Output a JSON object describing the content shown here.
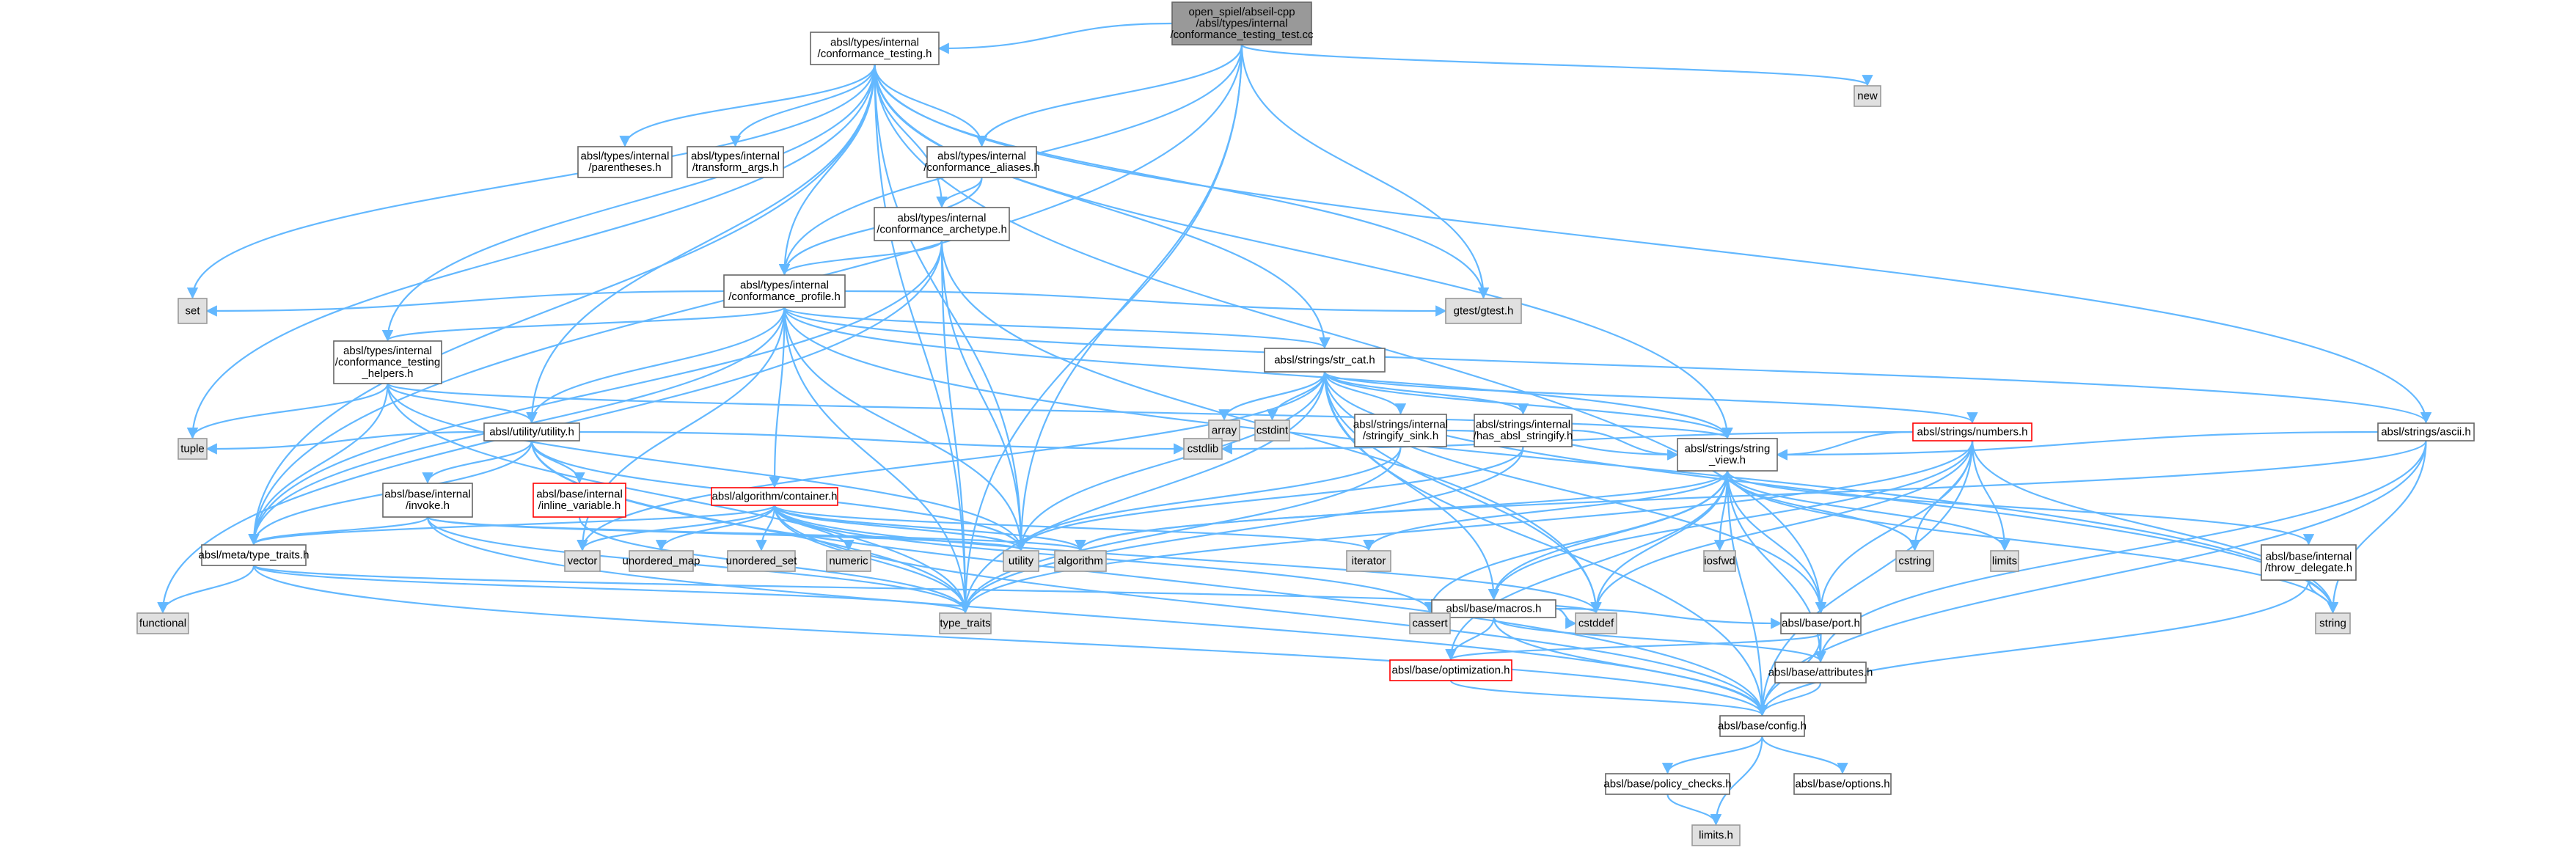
{
  "graph": {
    "kind": "include-dependency-graph",
    "colors": {
      "edge": "#63b8ff",
      "root_fill": "#999999",
      "root_stroke": "#666666",
      "file_fill": "#ffffff",
      "file_stroke": "#666666",
      "external_fill": "#e0e0e0",
      "external_stroke": "#999999",
      "truncated_stroke": "#ff0000",
      "text": "#000000"
    },
    "nodes": [
      {
        "id": "root",
        "style": "root",
        "lines": [
          "open_spiel/abseil-cpp",
          "/absl/types/internal",
          "/conformance_testing_test.cc"
        ]
      },
      {
        "id": "conformance_testing",
        "style": "file",
        "lines": [
          "absl/types/internal",
          "/conformance_testing.h"
        ]
      },
      {
        "id": "new",
        "style": "external",
        "lines": [
          "new"
        ]
      },
      {
        "id": "parentheses",
        "style": "file",
        "lines": [
          "absl/types/internal",
          "/parentheses.h"
        ]
      },
      {
        "id": "transform_args",
        "style": "file",
        "lines": [
          "absl/types/internal",
          "/transform_args.h"
        ]
      },
      {
        "id": "conformance_aliases",
        "style": "file",
        "lines": [
          "absl/types/internal",
          "/conformance_aliases.h"
        ]
      },
      {
        "id": "conformance_archetype",
        "style": "file",
        "lines": [
          "absl/types/internal",
          "/conformance_archetype.h"
        ]
      },
      {
        "id": "conformance_profile",
        "style": "file",
        "lines": [
          "absl/types/internal",
          "/conformance_profile.h"
        ]
      },
      {
        "id": "set",
        "style": "external",
        "lines": [
          "set"
        ]
      },
      {
        "id": "gtest",
        "style": "external",
        "lines": [
          "gtest/gtest.h"
        ]
      },
      {
        "id": "testing_helpers",
        "style": "file",
        "lines": [
          "absl/types/internal",
          "/conformance_testing",
          "_helpers.h"
        ]
      },
      {
        "id": "str_cat",
        "style": "file",
        "lines": [
          "absl/strings/str_cat.h"
        ]
      },
      {
        "id": "array",
        "style": "external",
        "lines": [
          "array"
        ]
      },
      {
        "id": "cstdint",
        "style": "external",
        "lines": [
          "cstdint"
        ]
      },
      {
        "id": "stringify_sink",
        "style": "file",
        "lines": [
          "absl/strings/internal",
          "/stringify_sink.h"
        ]
      },
      {
        "id": "has_absl_stringify",
        "style": "file",
        "lines": [
          "absl/strings/internal",
          "/has_absl_stringify.h"
        ]
      },
      {
        "id": "numbers",
        "style": "truncated",
        "lines": [
          "absl/strings/numbers.h"
        ]
      },
      {
        "id": "ascii",
        "style": "file",
        "lines": [
          "absl/strings/ascii.h"
        ]
      },
      {
        "id": "utility_h",
        "style": "file",
        "lines": [
          "absl/utility/utility.h"
        ]
      },
      {
        "id": "tuple",
        "style": "external",
        "lines": [
          "tuple"
        ]
      },
      {
        "id": "cstdlib",
        "style": "external",
        "lines": [
          "cstdlib"
        ]
      },
      {
        "id": "string_view",
        "style": "file",
        "lines": [
          "absl/strings/string",
          "_view.h"
        ]
      },
      {
        "id": "invoke",
        "style": "file",
        "lines": [
          "absl/base/internal",
          "/invoke.h"
        ]
      },
      {
        "id": "inline_variable",
        "style": "truncated",
        "lines": [
          "absl/base/internal",
          "/inline_variable.h"
        ]
      },
      {
        "id": "container",
        "style": "truncated",
        "lines": [
          "absl/algorithm/container.h"
        ]
      },
      {
        "id": "type_traits_h",
        "style": "file",
        "lines": [
          "absl/meta/type_traits.h"
        ]
      },
      {
        "id": "vector",
        "style": "external",
        "lines": [
          "vector"
        ]
      },
      {
        "id": "unordered_map",
        "style": "external",
        "lines": [
          "unordered_map"
        ]
      },
      {
        "id": "unordered_set",
        "style": "external",
        "lines": [
          "unordered_set"
        ]
      },
      {
        "id": "numeric",
        "style": "external",
        "lines": [
          "numeric"
        ]
      },
      {
        "id": "utility",
        "style": "external",
        "lines": [
          "utility"
        ]
      },
      {
        "id": "algorithm",
        "style": "external",
        "lines": [
          "algorithm"
        ]
      },
      {
        "id": "iterator",
        "style": "external",
        "lines": [
          "iterator"
        ]
      },
      {
        "id": "iosfwd",
        "style": "external",
        "lines": [
          "iosfwd"
        ]
      },
      {
        "id": "cstring",
        "style": "external",
        "lines": [
          "cstring"
        ]
      },
      {
        "id": "limits",
        "style": "external",
        "lines": [
          "limits"
        ]
      },
      {
        "id": "throw_delegate",
        "style": "file",
        "lines": [
          "absl/base/internal",
          "/throw_delegate.h"
        ]
      },
      {
        "id": "functional",
        "style": "external",
        "lines": [
          "functional"
        ]
      },
      {
        "id": "type_traits",
        "style": "external",
        "lines": [
          "type_traits"
        ]
      },
      {
        "id": "macros",
        "style": "file",
        "lines": [
          "absl/base/macros.h"
        ]
      },
      {
        "id": "cassert",
        "style": "external",
        "lines": [
          "cassert"
        ]
      },
      {
        "id": "cstddef",
        "style": "external",
        "lines": [
          "cstddef"
        ]
      },
      {
        "id": "port",
        "style": "file",
        "lines": [
          "absl/base/port.h"
        ]
      },
      {
        "id": "string",
        "style": "external",
        "lines": [
          "string"
        ]
      },
      {
        "id": "optimization",
        "style": "truncated",
        "lines": [
          "absl/base/optimization.h"
        ]
      },
      {
        "id": "attributes",
        "style": "file",
        "lines": [
          "absl/base/attributes.h"
        ]
      },
      {
        "id": "config",
        "style": "file",
        "lines": [
          "absl/base/config.h"
        ]
      },
      {
        "id": "policy_checks",
        "style": "file",
        "lines": [
          "absl/base/policy_checks.h"
        ]
      },
      {
        "id": "options",
        "style": "file",
        "lines": [
          "absl/base/options.h"
        ]
      },
      {
        "id": "limits_h",
        "style": "external",
        "lines": [
          "limits.h"
        ]
      }
    ],
    "edges": [
      [
        "root",
        "conformance_testing"
      ],
      [
        "root",
        "conformance_aliases"
      ],
      [
        "root",
        "conformance_profile"
      ],
      [
        "root",
        "gtest"
      ],
      [
        "root",
        "type_traits_h"
      ],
      [
        "root",
        "utility"
      ],
      [
        "root",
        "new"
      ],
      [
        "root",
        "type_traits"
      ],
      [
        "conformance_testing",
        "parentheses"
      ],
      [
        "conformance_testing",
        "transform_args"
      ],
      [
        "conformance_testing",
        "conformance_aliases"
      ],
      [
        "conformance_testing",
        "conformance_archetype"
      ],
      [
        "conformance_testing",
        "conformance_profile"
      ],
      [
        "conformance_testing",
        "testing_helpers"
      ],
      [
        "conformance_testing",
        "set"
      ],
      [
        "conformance_testing",
        "gtest"
      ],
      [
        "conformance_testing",
        "str_cat"
      ],
      [
        "conformance_testing",
        "ascii"
      ],
      [
        "conformance_testing",
        "utility_h"
      ],
      [
        "conformance_testing",
        "tuple"
      ],
      [
        "conformance_testing",
        "string_view"
      ],
      [
        "conformance_testing",
        "type_traits_h"
      ],
      [
        "conformance_testing",
        "utility"
      ],
      [
        "conformance_testing",
        "type_traits"
      ],
      [
        "conformance_testing",
        "port"
      ],
      [
        "conformance_aliases",
        "conformance_archetype"
      ],
      [
        "conformance_aliases",
        "conformance_profile"
      ],
      [
        "conformance_archetype",
        "conformance_profile"
      ],
      [
        "conformance_archetype",
        "type_traits_h"
      ],
      [
        "conformance_archetype",
        "functional"
      ],
      [
        "conformance_archetype",
        "utility"
      ],
      [
        "conformance_archetype",
        "cstddef"
      ],
      [
        "conformance_archetype",
        "type_traits"
      ],
      [
        "conformance_profile",
        "set"
      ],
      [
        "conformance_profile",
        "gtest"
      ],
      [
        "conformance_profile",
        "testing_helpers"
      ],
      [
        "conformance_profile",
        "str_cat"
      ],
      [
        "conformance_profile",
        "utility_h"
      ],
      [
        "conformance_profile",
        "container"
      ],
      [
        "conformance_profile",
        "type_traits_h"
      ],
      [
        "conformance_profile",
        "string_view"
      ],
      [
        "conformance_profile",
        "vector"
      ],
      [
        "conformance_profile",
        "utility"
      ],
      [
        "conformance_profile",
        "type_traits"
      ],
      [
        "conformance_profile",
        "ascii"
      ],
      [
        "conformance_profile",
        "string"
      ],
      [
        "testing_helpers",
        "utility_h"
      ],
      [
        "testing_helpers",
        "tuple"
      ],
      [
        "testing_helpers",
        "type_traits_h"
      ],
      [
        "testing_helpers",
        "utility"
      ],
      [
        "testing_helpers",
        "type_traits"
      ],
      [
        "testing_helpers",
        "string_view"
      ],
      [
        "str_cat",
        "array"
      ],
      [
        "str_cat",
        "cstdint"
      ],
      [
        "str_cat",
        "stringify_sink"
      ],
      [
        "str_cat",
        "has_absl_stringify"
      ],
      [
        "str_cat",
        "numbers"
      ],
      [
        "str_cat",
        "string_view"
      ],
      [
        "str_cat",
        "utility"
      ],
      [
        "str_cat",
        "vector"
      ],
      [
        "str_cat",
        "type_traits"
      ],
      [
        "str_cat",
        "cstddef"
      ],
      [
        "str_cat",
        "string"
      ],
      [
        "str_cat",
        "port"
      ],
      [
        "str_cat",
        "macros"
      ],
      [
        "str_cat",
        "config"
      ],
      [
        "stringify_sink",
        "string_view"
      ],
      [
        "stringify_sink",
        "utility"
      ],
      [
        "stringify_sink",
        "type_traits"
      ],
      [
        "has_absl_stringify",
        "string_view"
      ],
      [
        "has_absl_stringify",
        "utility"
      ],
      [
        "has_absl_stringify",
        "type_traits"
      ],
      [
        "numbers",
        "string_view"
      ],
      [
        "numbers",
        "cstring"
      ],
      [
        "numbers",
        "limits"
      ],
      [
        "numbers",
        "cstddef"
      ],
      [
        "numbers",
        "string"
      ],
      [
        "numbers",
        "type_traits"
      ],
      [
        "numbers",
        "macros"
      ],
      [
        "numbers",
        "port"
      ],
      [
        "numbers",
        "config"
      ],
      [
        "numbers",
        "cstdlib"
      ],
      [
        "ascii",
        "string_view"
      ],
      [
        "ascii",
        "string"
      ],
      [
        "ascii",
        "attributes"
      ],
      [
        "ascii",
        "config"
      ],
      [
        "ascii",
        "algorithm"
      ],
      [
        "utility_h",
        "tuple"
      ],
      [
        "utility_h",
        "utility"
      ],
      [
        "utility_h",
        "cstdlib"
      ],
      [
        "utility_h",
        "invoke"
      ],
      [
        "utility_h",
        "inline_variable"
      ],
      [
        "utility_h",
        "type_traits_h"
      ],
      [
        "utility_h",
        "config"
      ],
      [
        "utility_h",
        "type_traits"
      ],
      [
        "invoke",
        "type_traits_h"
      ],
      [
        "invoke",
        "algorithm"
      ],
      [
        "invoke",
        "utility"
      ],
      [
        "invoke",
        "type_traits"
      ],
      [
        "invoke",
        "config"
      ],
      [
        "inline_variable",
        "type_traits"
      ],
      [
        "container",
        "vector"
      ],
      [
        "container",
        "unordered_map"
      ],
      [
        "container",
        "unordered_set"
      ],
      [
        "container",
        "numeric"
      ],
      [
        "container",
        "utility"
      ],
      [
        "container",
        "algorithm"
      ],
      [
        "container",
        "iterator"
      ],
      [
        "container",
        "type_traits_h"
      ],
      [
        "container",
        "cassert"
      ],
      [
        "container",
        "cstddef"
      ],
      [
        "container",
        "type_traits"
      ],
      [
        "container",
        "config"
      ],
      [
        "string_view",
        "algorithm"
      ],
      [
        "string_view",
        "iterator"
      ],
      [
        "string_view",
        "iosfwd"
      ],
      [
        "string_view",
        "cstring"
      ],
      [
        "string_view",
        "limits"
      ],
      [
        "string_view",
        "throw_delegate"
      ],
      [
        "string_view",
        "macros"
      ],
      [
        "string_view",
        "cassert"
      ],
      [
        "string_view",
        "cstddef"
      ],
      [
        "string_view",
        "port"
      ],
      [
        "string_view",
        "string"
      ],
      [
        "string_view",
        "optimization"
      ],
      [
        "string_view",
        "attributes"
      ],
      [
        "string_view",
        "config"
      ],
      [
        "throw_delegate",
        "string"
      ],
      [
        "throw_delegate",
        "config"
      ],
      [
        "type_traits_h",
        "functional"
      ],
      [
        "type_traits_h",
        "type_traits"
      ],
      [
        "type_traits_h",
        "cstddef"
      ],
      [
        "type_traits_h",
        "config"
      ],
      [
        "macros",
        "cassert"
      ],
      [
        "macros",
        "cstddef"
      ],
      [
        "macros",
        "optimization"
      ],
      [
        "macros",
        "attributes"
      ],
      [
        "macros",
        "port"
      ],
      [
        "macros",
        "config"
      ],
      [
        "port",
        "optimization"
      ],
      [
        "port",
        "attributes"
      ],
      [
        "port",
        "config"
      ],
      [
        "optimization",
        "config"
      ],
      [
        "attributes",
        "config"
      ],
      [
        "config",
        "policy_checks"
      ],
      [
        "config",
        "options"
      ],
      [
        "config",
        "limits_h"
      ],
      [
        "policy_checks",
        "limits_h"
      ]
    ]
  }
}
